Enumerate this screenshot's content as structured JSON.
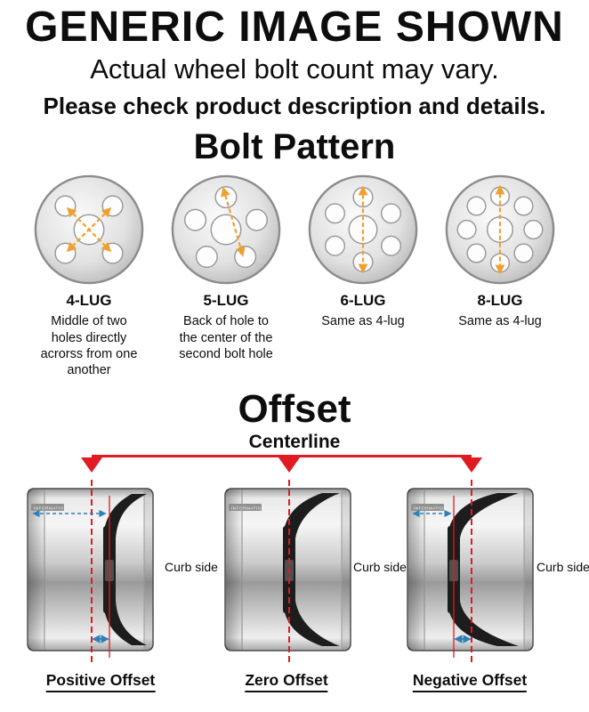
{
  "header": {
    "title": "GENERIC IMAGE SHOWN",
    "subtitle": "Actual wheel bolt count may vary.",
    "note": "Please check product description and details."
  },
  "bolt_pattern": {
    "heading": "Bolt Pattern",
    "items": [
      {
        "label": "4-LUG",
        "description": "Middle of two holes directly acrorss from one another"
      },
      {
        "label": "5-LUG",
        "description": "Back of hole to the center of the second bolt hole"
      },
      {
        "label": "6-LUG",
        "description": "Same as 4-lug"
      },
      {
        "label": "8-LUG",
        "description": "Same as 4-lug"
      }
    ]
  },
  "offset_section": {
    "heading": "Offset",
    "centerline_label": "Centerline",
    "curb_side_label": "Curb side",
    "wheel_watermark": "INFORMATION",
    "diagrams": [
      {
        "label": "Positive Offset"
      },
      {
        "label": "Zero Offset"
      },
      {
        "label": "Negative Offset"
      }
    ]
  },
  "colors": {
    "accent_red": "#e11b22",
    "accent_orange": "#f0a030",
    "accent_blue": "#2f7fb8"
  }
}
